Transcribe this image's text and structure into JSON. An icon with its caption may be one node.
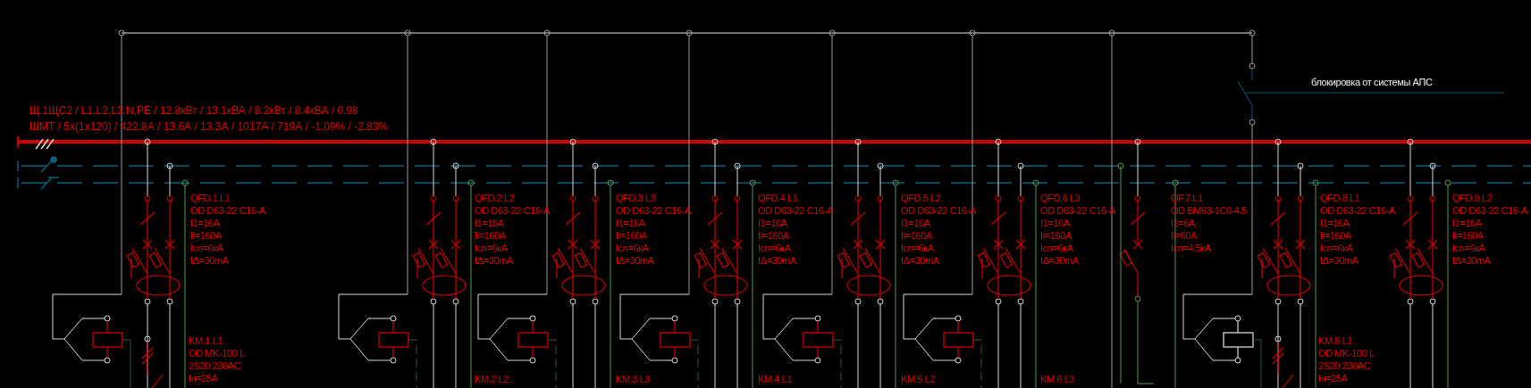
{
  "diagram": {
    "labels": [
      "Щ.1ЩС2 / L1,L2,L3,N,PE / 12.8кВт / 13.1кВА / 8.2кВт / 8.4кВА / 0.98",
      "ШМТ / 5х(1х120) / 422.8А / 13.6А / 13.3А / 1017А / 719А / -1.09% / -2.83%",
      "блокировка от системы АПС",
      "QFD.1 L1",
      "OD D63-22 C16-A",
      "I1=16A",
      "Ii=160A",
      "Icn=6кA",
      "IΔ=30mA",
      "QFD.2 L2",
      "OD D63-22 C16-A",
      "I1=16A",
      "Ii=160A",
      "Icn=6кA",
      "IΔ=30mA",
      "QFD.3 L3",
      "OD D63-22 C16-A",
      "I1=16A",
      "Ii=160A",
      "Icn=6кA",
      "IΔ=30mA",
      "QFD.4 L1",
      "OD D63-22 C16-A",
      "I1=16A",
      "Ii=160A",
      "Icn=6кA",
      "IΔ=30mA",
      "QFD.5 L2",
      "OD D63-22 C16-A",
      "I1=16A",
      "Ii=160A",
      "Icn=6кA",
      "IΔ=30mA",
      "QFD.6 L3",
      "OD D63-22 C16-A",
      "I1=16A",
      "Ii=160A",
      "Icn=6кA",
      "IΔ=30mA",
      "QF.7 L1",
      "OD BM63-1C6-4.5",
      "I1=6A",
      "Ii=60A",
      "Icn=4.5кA",
      "QFD.8 L1",
      "OD D63-22 C16-A",
      "I1=16A",
      "Ii=160A",
      "Icn=6кA",
      "IΔ=30mA",
      "QFD.9 L2",
      "OD D63-22 C16-A",
      "I1=16A",
      "Ii=160A",
      "Icn=6кA",
      "IΔ=30mA",
      "KM.1 L1",
      "OD MK-100 L",
      "2S20 230AC",
      "Iн=25A",
      "KM.2 L2",
      "KM.3 L3",
      "KM.4 L1",
      "KM.5 L2",
      "KM.6 L3",
      "KM.8 L1",
      "OD MK-100 L",
      "2S20 230AC",
      "Iн=25A"
    ]
  }
}
